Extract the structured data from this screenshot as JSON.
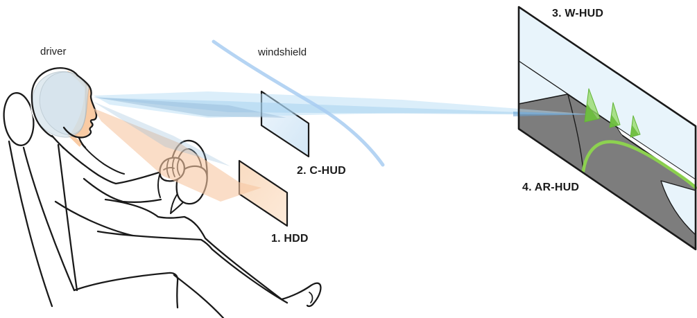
{
  "diagram": {
    "labels": {
      "driver": "driver",
      "windshield": "windshield",
      "display1": "1. HDD",
      "display2": "2. C-HUD",
      "display3": "3. W-HUD",
      "display4": "4. AR-HUD"
    },
    "colors": {
      "outline": "#1a1a1a",
      "sky": "#e8f4fb",
      "road": "#7d7d7d",
      "route_green": "#8ed64e",
      "arrow_green": "#96da69",
      "arrow_green_dark": "#68ba3a",
      "beam_blue": "#b7def6",
      "beam_blue_core": "#9ecdee",
      "beam_gray_blue": "#93b9d6",
      "beam_orange": "#f7c7a2",
      "windshield_stroke": "#a8cdf1",
      "skin": "#f9cba4",
      "head_overlay": "#d4e2ea",
      "hdd_fill": "#fbe2cd",
      "chud_fill": "#dcecf8"
    }
  }
}
